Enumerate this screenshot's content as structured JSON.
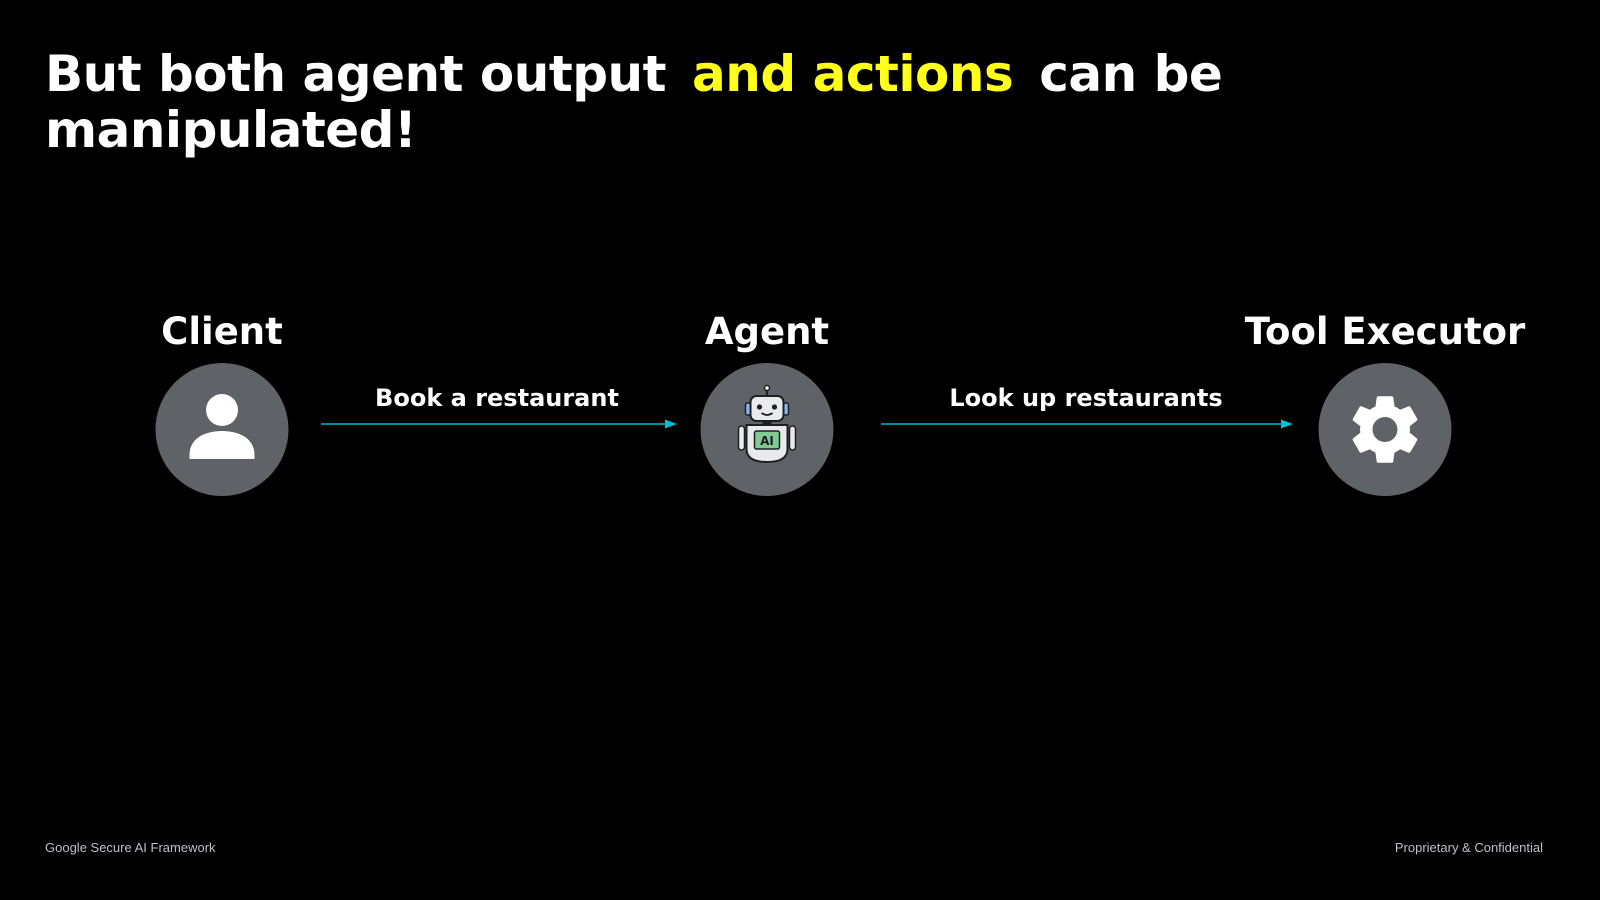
{
  "title": {
    "part1": "But both agent output",
    "highlight": "and actions",
    "part2": "can be",
    "part3": "manipulated!",
    "highlight_color": "#ffff1a"
  },
  "nodes": [
    {
      "label": "Client",
      "icon": "person-icon"
    },
    {
      "label": "Agent",
      "icon": "robot-ai-icon"
    },
    {
      "label": "Tool Executor",
      "icon": "gear-icon"
    }
  ],
  "edges": [
    {
      "label": "Book a restaurant",
      "from": "Client",
      "to": "Agent"
    },
    {
      "label": "Look up restaurants",
      "from": "Agent",
      "to": "Tool Executor"
    }
  ],
  "colors": {
    "background": "#000000",
    "node_fill": "#5f6368",
    "arrow": "#00bcd4",
    "text": "#ffffff"
  },
  "robot_badge": "AI",
  "footer": {
    "left": "Google Secure AI Framework",
    "right": "Proprietary & Confidential"
  }
}
